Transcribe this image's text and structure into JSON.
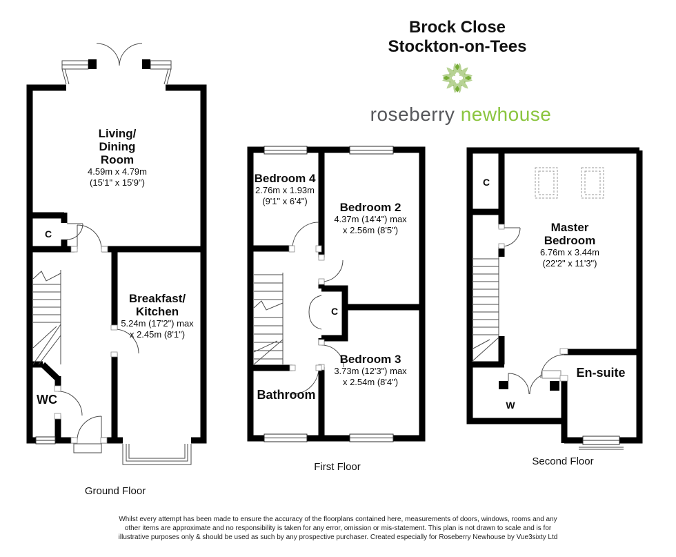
{
  "header": {
    "title_line1": "Brock Close",
    "title_line2": "Stockton-on-Tees",
    "brand_word1": "roseberry",
    "brand_word2": "newhouse"
  },
  "colors": {
    "wall": "#000000",
    "thin_line": "#4a4a4a",
    "logo_light_green": "#b7d294",
    "logo_green": "#76ad36",
    "brand_gray": "#56575b",
    "brand_green": "#8bc53f"
  },
  "floors": {
    "ground": {
      "label": "Ground Floor",
      "living": {
        "name1": "Living/",
        "name2": "Dining",
        "name3": "Room",
        "dim1": "4.59m x 4.79m",
        "dim2": "(15'1\" x 15'9\")"
      },
      "kitchen": {
        "name1": "Breakfast/",
        "name2": "Kitchen",
        "dim1": "5.24m (17'2\") max",
        "dim2": "x 2.45m (8'1\")"
      },
      "wc": {
        "name": "WC"
      },
      "cupboard": {
        "name": "C"
      }
    },
    "first": {
      "label": "First Floor",
      "bedroom4": {
        "name": "Bedroom 4",
        "dim1": "2.76m x 1.93m",
        "dim2": "(9'1\" x 6'4\")"
      },
      "bedroom2": {
        "name": "Bedroom 2",
        "dim1": "4.37m (14'4\") max",
        "dim2": "x 2.56m (8'5\")"
      },
      "bedroom3": {
        "name": "Bedroom 3",
        "dim1": "3.73m (12'3\") max",
        "dim2": "x 2.54m (8'4\")"
      },
      "bathroom": {
        "name": "Bathroom"
      },
      "cupboard": {
        "name": "C"
      }
    },
    "second": {
      "label": "Second Floor",
      "master": {
        "name1": "Master",
        "name2": "Bedroom",
        "dim1": "6.76m x 3.44m",
        "dim2": "(22'2\" x 11'3\")"
      },
      "ensuite": {
        "name": "En-suite"
      },
      "cupboard": {
        "name": "C"
      },
      "wardrobe": {
        "name": "W"
      }
    }
  },
  "disclaimer": [
    "Whilst every attempt has been made to ensure the accuracy of the floorplans contained here, measurements of doors, windows, rooms and any",
    "other items are approximate and no responsibility is taken for any error, omission or mis-statement. This plan is not drawn to scale and is for",
    "illustrative purposes only & should be used as such by any prospective purchaser. Created especially for Roseberry Newhouse by Vue3sixty Ltd"
  ]
}
